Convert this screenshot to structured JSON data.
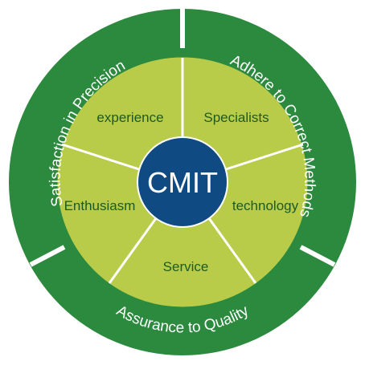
{
  "center": {
    "label": "CMIT"
  },
  "inner_segments": [
    {
      "label": "experience"
    },
    {
      "label": "Specialists"
    },
    {
      "label": "technology"
    },
    {
      "label": "Service"
    },
    {
      "label": "Enthusiasm"
    }
  ],
  "outer_ring": [
    {
      "label": "Satisfaction in Precision"
    },
    {
      "label": "Adhere to Correct Methods"
    },
    {
      "label": "Assurance to Quality"
    }
  ],
  "colors": {
    "outer_green": "#2b8a3e",
    "inner_green": "#b8cc4a",
    "center_blue": "#0f4b82",
    "separator": "#ffffff",
    "segment_text": "#1d5a22"
  }
}
